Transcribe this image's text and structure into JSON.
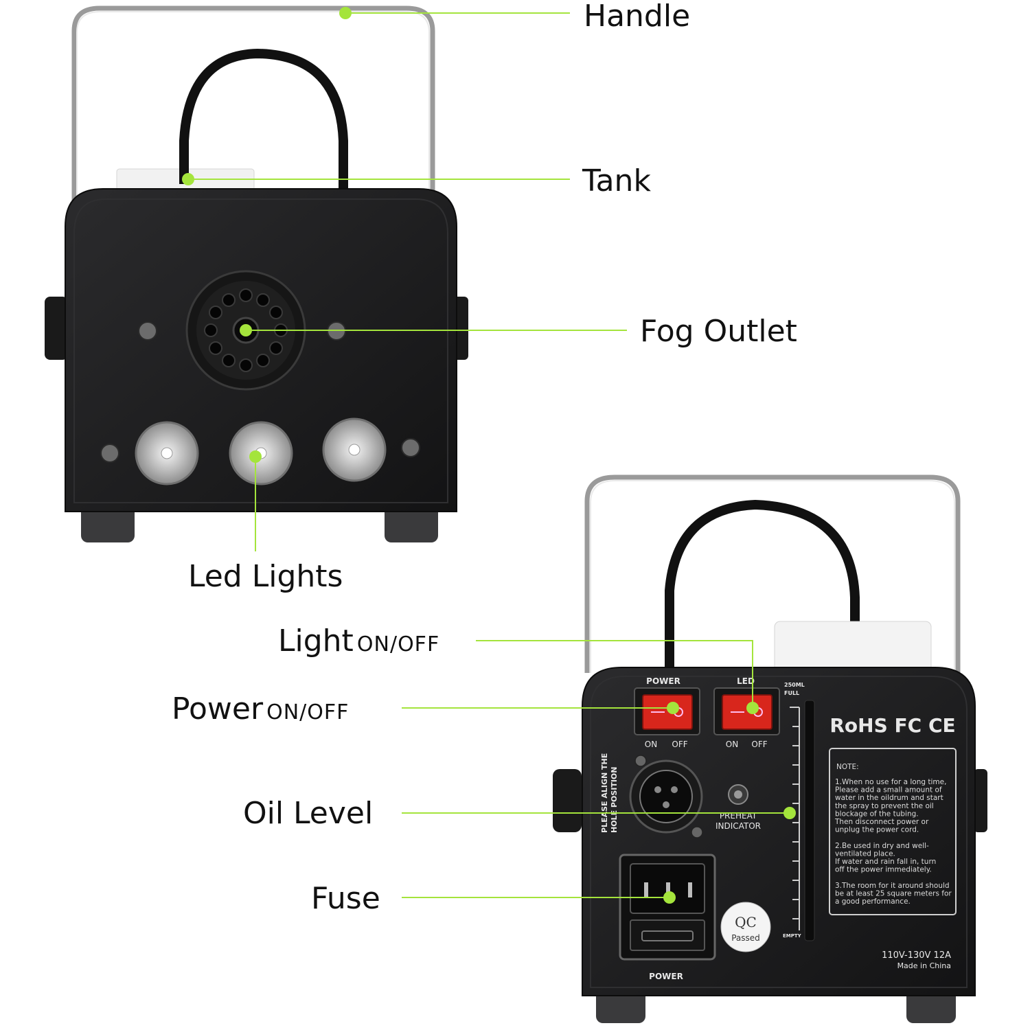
{
  "callouts": {
    "handle": "Handle",
    "tank": "Tank",
    "fog_outlet": "Fog Outlet",
    "led_lights": "Led Lights",
    "light": {
      "main": "Light",
      "suffix": "ON/OFF"
    },
    "power": {
      "main": "Power",
      "suffix": "ON/OFF"
    },
    "oil_level": "Oil Level",
    "fuse": "Fuse"
  },
  "back_panel": {
    "power_switch_label": "POWER",
    "led_switch_label": "LED",
    "on": "ON",
    "off": "OFF",
    "gauge_full": "250ML",
    "gauge_full_sub": "FULL",
    "gauge_empty": "EMPTY",
    "align_line1": "PLEASE ALIGN THE",
    "align_line2": "HOLE POSITION",
    "preheat_line1": "PREHEAT",
    "preheat_line2": "INDICATOR",
    "certifications": "RoHS FC CE",
    "note_title": "NOTE:",
    "note_lines": [
      "1.When no use for a long time,",
      "Please add a small amount of",
      "water in the oildrum and start",
      "the spray to prevent the oil",
      "blockage of the tubing.",
      "  Then disconnect power or",
      "unplug the power cord.",
      "",
      "2.Be used in dry and well-",
      "ventilated place.",
      "  If water and rain fall in, turn",
      "off the power immediately.",
      "",
      "3.The room for it around should",
      "be at least 25 square meters for",
      "a good performance."
    ],
    "qc_line1": "QC",
    "qc_line2": "Passed",
    "rating": "110V-130V  12A",
    "made_in": "Made in China",
    "socket_label": "POWER"
  },
  "colors": {
    "callout_line": "#a4e43c",
    "callout_dot": "#a4e43c",
    "body": "#1c1c1e",
    "switch_red": "#d8261c"
  }
}
